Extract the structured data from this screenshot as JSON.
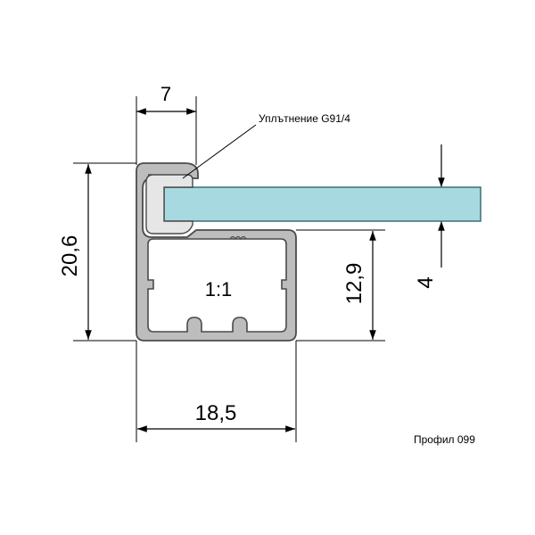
{
  "diagram": {
    "seal_label": "Уплътнение G91/4",
    "profile_label": "Профил 099",
    "scale_label": "1:1",
    "dimensions": {
      "top_width": "7",
      "total_height": "20,6",
      "inner_height": "12,9",
      "glass_thickness": "4",
      "bottom_width": "18,5"
    },
    "colors": {
      "profile_fill": "#bdbdbd",
      "profile_stroke": "#4a4a4a",
      "seal_fill": "#e6e6e6",
      "glass_fill": "#a7dae0",
      "glass_stroke": "#3b6f74"
    }
  }
}
